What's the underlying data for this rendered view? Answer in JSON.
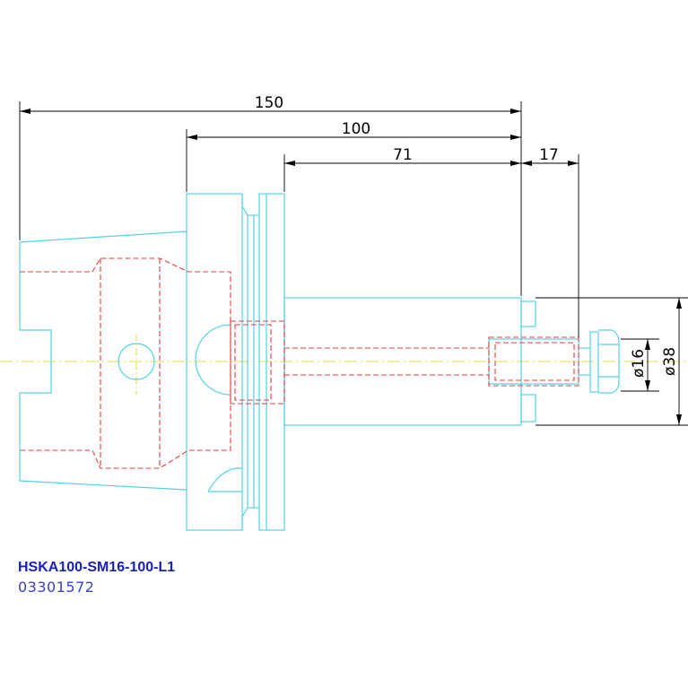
{
  "dimensions": {
    "overall_length": "150",
    "gauge_to_end": "100",
    "body_length": "71",
    "stub_length": "17",
    "bore_diameter": "ø16",
    "body_diameter": "ø38"
  },
  "label": {
    "code": "HSKA100-SM16-100-L1",
    "number": "03301572"
  },
  "colors": {
    "outline": "#55d2e4",
    "hidden": "#e04040",
    "centerline": "#e8d840",
    "dimension": "#000000",
    "code_text": "#1a1fb5",
    "number_text": "#3a3fd0"
  }
}
